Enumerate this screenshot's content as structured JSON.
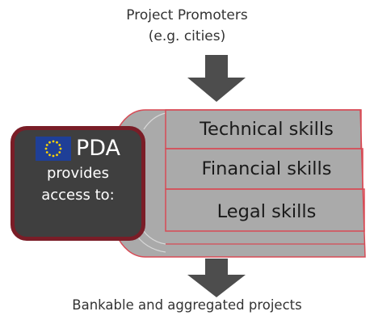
{
  "top_label": {
    "line1": "Project Promoters",
    "line2": "(e.g. cities)"
  },
  "pda_box": {
    "title": "PDA",
    "line1": "provides",
    "line2": "access to:"
  },
  "skills": [
    {
      "label": "Technical skills"
    },
    {
      "label": "Financial skills"
    },
    {
      "label": "Legal skills"
    }
  ],
  "bottom_label": "Bankable and aggregated projects",
  "colors": {
    "arrow": "#4d4d4d",
    "panel": "#aaaaaa",
    "panel_border": "#d84a55",
    "pda_box_bg": "#3f3f3f",
    "pda_box_border": "#7a1d27",
    "eu_flag_blue": "#1f3f97",
    "eu_flag_stars": "#ffd400"
  },
  "icons": [
    "arrow-down-icon",
    "eu-flag-icon"
  ]
}
